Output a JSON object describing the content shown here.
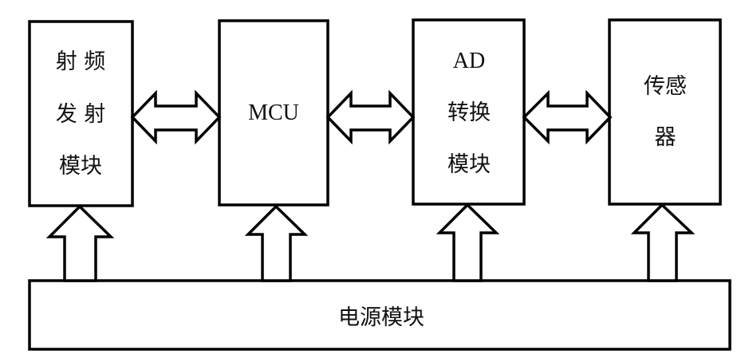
{
  "diagram": {
    "title": "",
    "blocks": [
      {
        "id": "rf",
        "lines": [
          "射 频",
          "发 射",
          "模块"
        ]
      },
      {
        "id": "mcu",
        "lines": [
          "MCU"
        ]
      },
      {
        "id": "ad",
        "lines": [
          "AD",
          "转换",
          "模块"
        ]
      },
      {
        "id": "sensor",
        "lines": [
          "传感",
          "器"
        ]
      }
    ],
    "power": {
      "label": "电源模块"
    },
    "connections": [
      {
        "from": "rf",
        "to": "mcu",
        "type": "bidirectional"
      },
      {
        "from": "mcu",
        "to": "ad",
        "type": "bidirectional"
      },
      {
        "from": "ad",
        "to": "sensor",
        "type": "bidirectional"
      },
      {
        "from": "power",
        "to": "rf",
        "type": "unidirectional"
      },
      {
        "from": "power",
        "to": "mcu",
        "type": "unidirectional"
      },
      {
        "from": "power",
        "to": "ad",
        "type": "unidirectional"
      },
      {
        "from": "power",
        "to": "sensor",
        "type": "unidirectional"
      }
    ],
    "colors": {
      "stroke": "#000000",
      "fill": "#ffffff",
      "text": "#111111"
    }
  }
}
